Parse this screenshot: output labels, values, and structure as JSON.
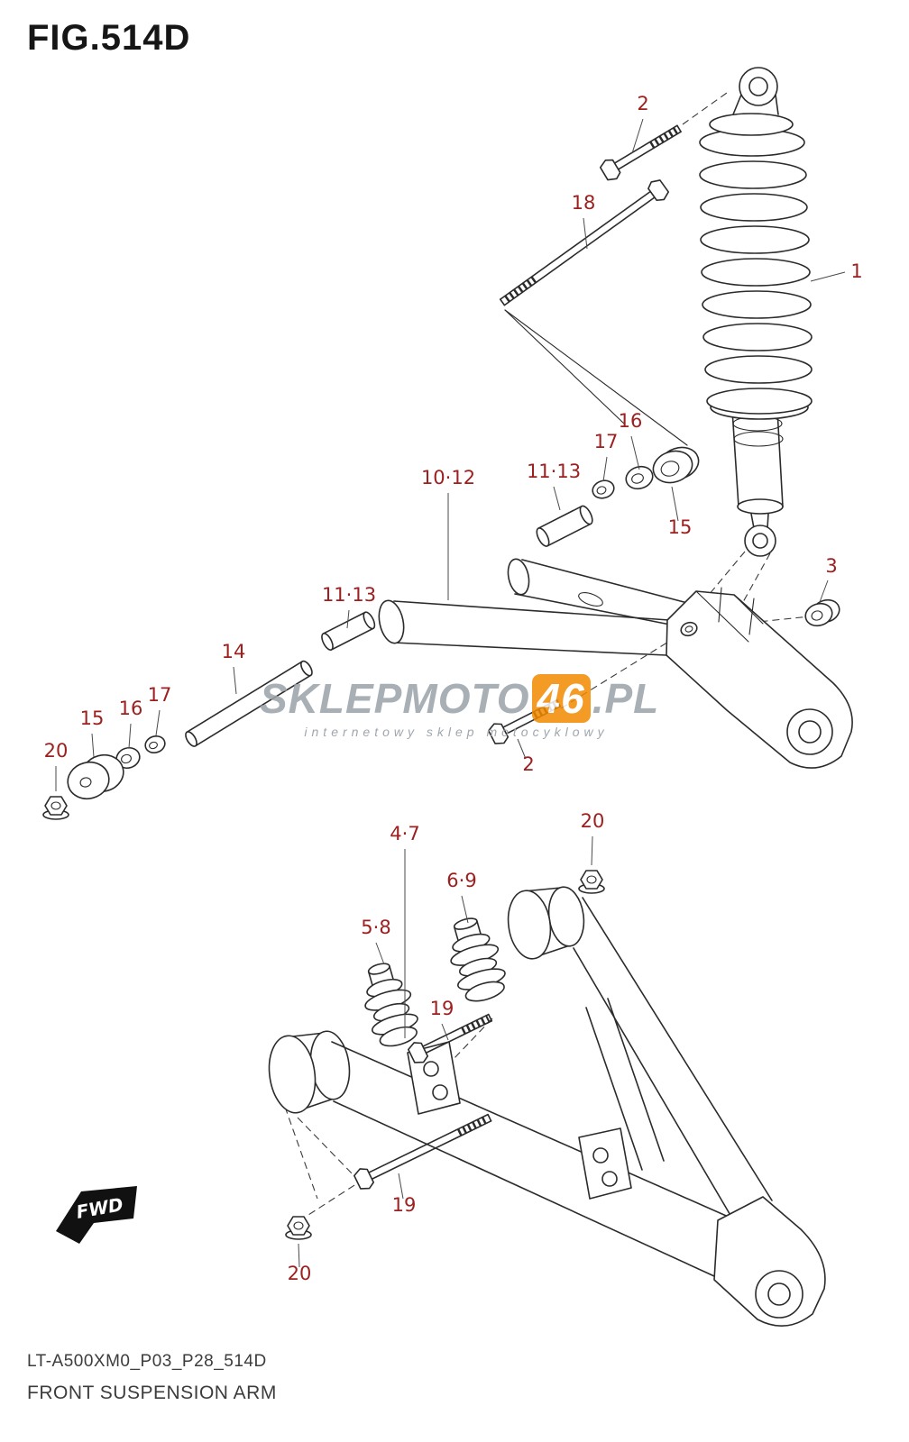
{
  "title": "FIG.514D",
  "figure": {
    "code": "LT-A500XM0_P03_P28_514D",
    "name": "FRONT SUSPENSION ARM"
  },
  "direction_flag": "FWD",
  "watermark": {
    "part1": "SKLEP",
    "part2": "MOTO",
    "badge": "46",
    "part3": ".PL",
    "subtitle": "internetowy sklep motocyklowy",
    "color_gray": "#9aa2a9",
    "color_orange": "#f28a00"
  },
  "colors": {
    "label_red": "#9c2020",
    "line": "#2b2b2b",
    "background": "#ffffff"
  },
  "part_labels": [
    {
      "text": "2"
    },
    {
      "text": "18"
    },
    {
      "text": "1"
    },
    {
      "text": "16"
    },
    {
      "text": "17"
    },
    {
      "text": "10·12"
    },
    {
      "text": "11·13"
    },
    {
      "text": "15"
    },
    {
      "text": "3"
    },
    {
      "text": "11·13"
    },
    {
      "text": "14"
    },
    {
      "text": "17"
    },
    {
      "text": "16"
    },
    {
      "text": "15"
    },
    {
      "text": "20"
    },
    {
      "text": "2"
    },
    {
      "text": "4·7"
    },
    {
      "text": "20"
    },
    {
      "text": "6·9"
    },
    {
      "text": "5·8"
    },
    {
      "text": "19"
    },
    {
      "text": "19"
    },
    {
      "text": "20"
    }
  ]
}
